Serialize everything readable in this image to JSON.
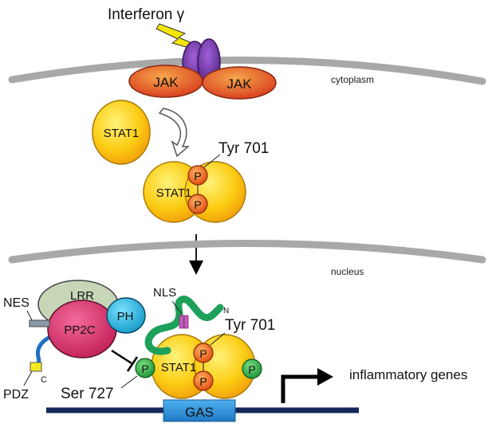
{
  "labels": {
    "ligand": "Interferon γ",
    "jak_left": "JAK",
    "jak_right": "JAK",
    "cytoplasm": "cytoplasm",
    "stat1_monomer": "STAT1",
    "tyr701_top": "Tyr 701",
    "stat1_dimer_top": "STAT1",
    "p_top_upper": "P",
    "p_top_lower": "P",
    "nucleus": "nucleus",
    "lrr": "LRR",
    "ph": "PH",
    "pp2c": "PP2C",
    "nes": "NES",
    "c_term": "C",
    "pdz": "PDZ",
    "nls": "NLS",
    "n_term": "N",
    "tyr701_bottom": "Tyr 701",
    "ser727": "Ser 727",
    "p_ser": "P",
    "stat1_dimer_bottom": "STAT1",
    "p_bottom_upper": "P",
    "p_bottom_lower": "P",
    "p_right": "P",
    "gas": "GAS",
    "genes": "inflammatory genes"
  },
  "colors": {
    "membrane": "#a8a8a8",
    "jak": "#e8552a",
    "receptor": "#6a2f9a",
    "stat": "#f7c20c",
    "phospho_orange": "#f26a1a",
    "phospho_green": "#2fb34a",
    "pp2c": "#e2336f",
    "lrr": "#bfcfb0",
    "ph": "#27b6e0",
    "nls_linker": "#1ca05a",
    "gas": "#2a8fd6",
    "dna": "#14285a",
    "bolt": "#f5e60a"
  }
}
